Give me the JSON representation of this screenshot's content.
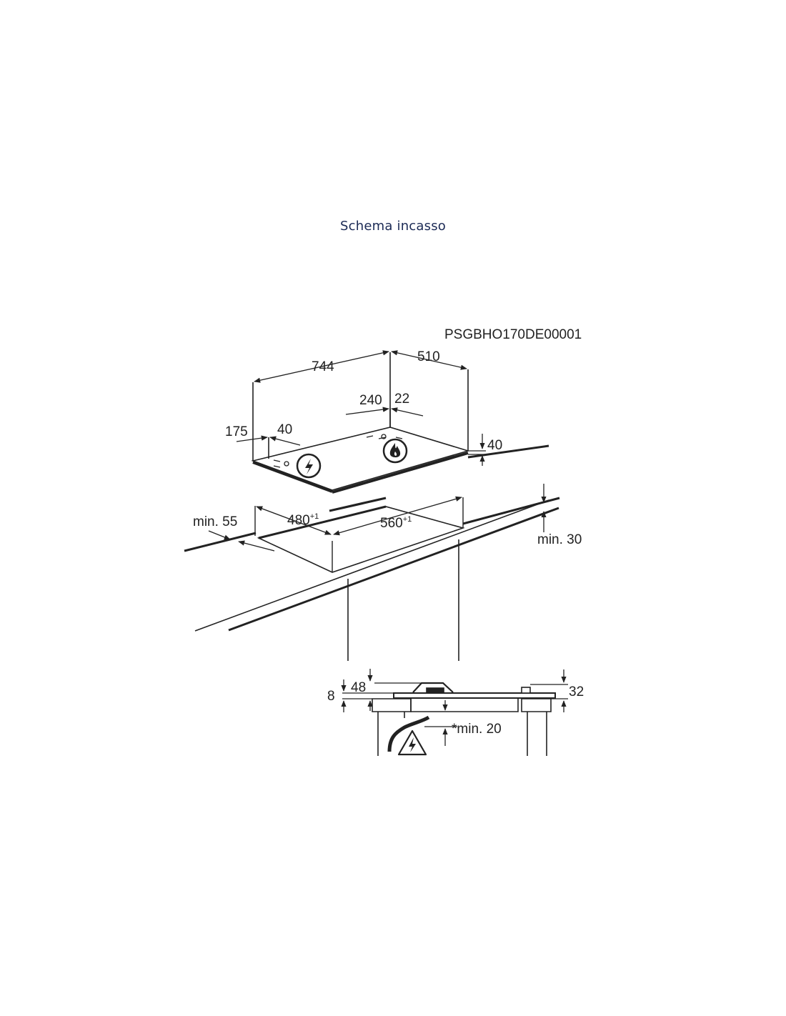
{
  "page": {
    "title": "Schema incasso"
  },
  "diagram": {
    "drawing_code": "PSGBHO170DE00001",
    "hob_dimensions": {
      "width": "744",
      "depth": "510",
      "burner_offset_x": "240",
      "burner_offset_y": "22",
      "left_offset": "175",
      "left_depth": "40",
      "thickness": "40"
    },
    "cutout": {
      "depth_value": "480",
      "depth_tolerance": "+1",
      "width_value": "560",
      "width_tolerance": "+1",
      "front_clearance": "min. 55",
      "worktop_thickness": "min. 30"
    },
    "section": {
      "left_gap": "8",
      "height": "48",
      "right_height": "32",
      "bottom_clearance": "*min. 20"
    },
    "icons": {
      "electric": "lightning-circle-icon",
      "gas": "flame-circle-icon",
      "warning": "electric-warning-triangle-icon"
    }
  }
}
